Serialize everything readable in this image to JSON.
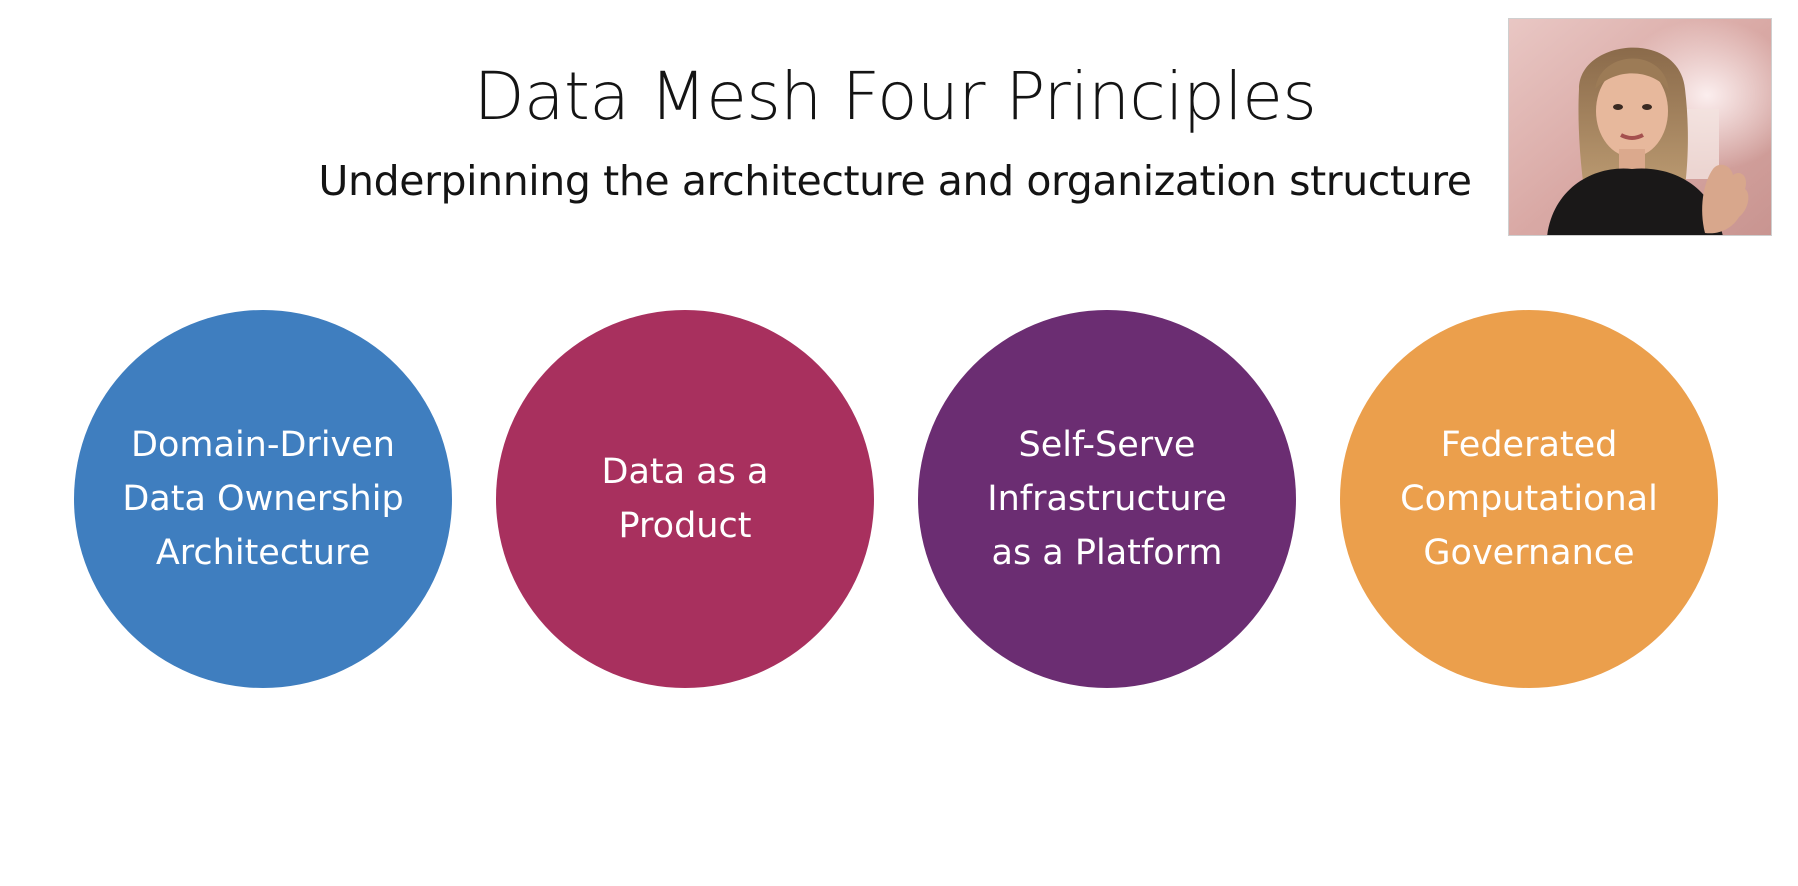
{
  "slide": {
    "title": "Data Mesh Four Principles",
    "subtitle": "Underpinning the architecture and organization structure"
  },
  "principles": [
    {
      "label": "Domain-Driven\nData Ownership\nArchitecture",
      "color": "#3F7EBF"
    },
    {
      "label": "Data as a\nProduct",
      "color": "#A8305E"
    },
    {
      "label": "Self-Serve\nInfrastructure\nas a Platform",
      "color": "#6B2D72"
    },
    {
      "label": "Federated\nComputational\nGovernance",
      "color": "#EB9F4C"
    }
  ],
  "video_overlay": {
    "icon": "presenter-webcam-icon"
  }
}
